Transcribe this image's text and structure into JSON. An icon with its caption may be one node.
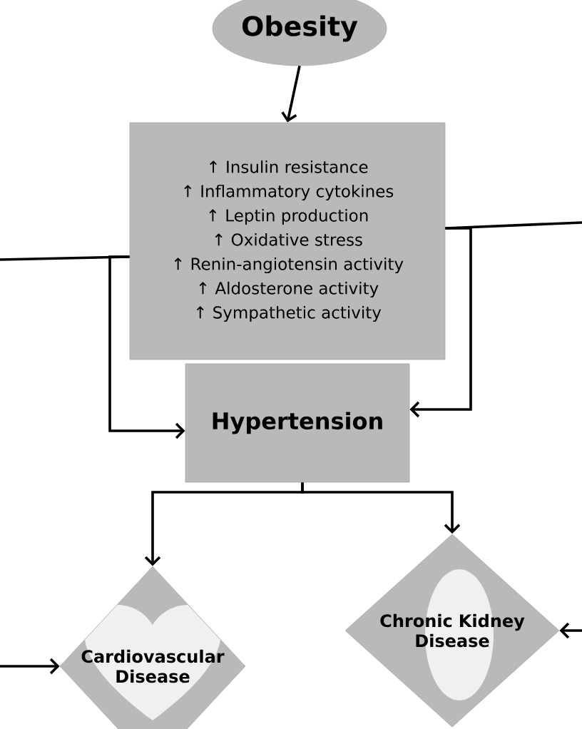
{
  "diagram": {
    "nodes": [
      {
        "text": [
          "Obesity"
        ]
      },
      {
        "text": [
          "↑ Insulin resistance",
          "↑ Inflammatory cytokines",
          "↑ Leptin production",
          "↑ Oxidative stress",
          "↑ Renin-angiotensin activity",
          "↑ Aldosterone activity",
          "↑ Sympathetic activity"
        ]
      },
      {
        "text": [
          "Hypertension"
        ]
      },
      {
        "text": [
          "Cardiovascular Disease"
        ]
      },
      {
        "text": [
          "Chronic Kidney Disease"
        ]
      }
    ],
    "edges": [
      {
        "from": 0,
        "to": 1,
        "arrow": "to"
      },
      {
        "from": 1,
        "to": null,
        "arrow": "none"
      },
      {
        "from": 1,
        "to": 2,
        "arrow": "to"
      },
      {
        "from": 1,
        "to": null,
        "arrow": "none"
      },
      {
        "from": 1,
        "to": 2,
        "arrow": "to"
      },
      {
        "from": 2,
        "to": 3,
        "arrow": "to"
      },
      {
        "from": 2,
        "to": 4,
        "arrow": "to"
      },
      {
        "from": null,
        "to": 3,
        "arrow": "to"
      },
      {
        "from": null,
        "to": 4,
        "arrow": "to"
      }
    ]
  }
}
